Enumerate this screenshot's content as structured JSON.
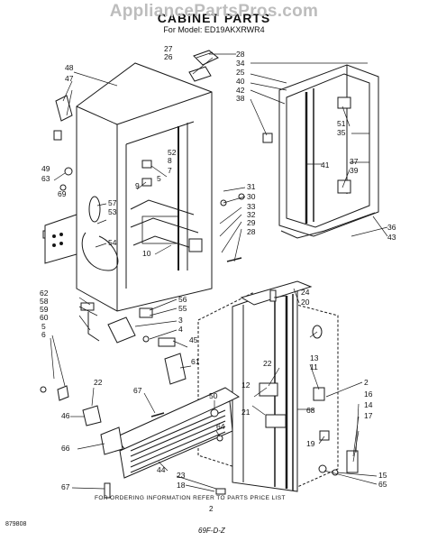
{
  "watermark": "AppliancePartsPros.com",
  "title": "CABINET PARTS",
  "model_line": "For Model: ED19AKXRWR4",
  "footer": {
    "ordering_note": "FOR ORDERING INFORMATION REFER TO PARTS PRICE LIST",
    "page_number": "2",
    "doc_number": "879808",
    "stamp": "69F-D-Z"
  },
  "callouts": [
    "48",
    "47",
    "49",
    "63",
    "69",
    "27",
    "26",
    "28",
    "34",
    "25",
    "40",
    "42",
    "38",
    "51",
    "35",
    "41",
    "37",
    "39",
    "36",
    "43",
    "52",
    "8",
    "7",
    "5",
    "9",
    "57",
    "53",
    "54",
    "10",
    "31",
    "30",
    "33",
    "32",
    "29",
    "28",
    "62",
    "58",
    "59",
    "60",
    "5",
    "6",
    "56",
    "55",
    "3",
    "4",
    "24",
    "20",
    "45",
    "61",
    "13",
    "11",
    "22",
    "12",
    "21",
    "2",
    "16",
    "14",
    "17",
    "50",
    "64",
    "68",
    "19",
    "46",
    "66",
    "67",
    "67",
    "44",
    "23",
    "18",
    "15",
    "65",
    "22"
  ]
}
